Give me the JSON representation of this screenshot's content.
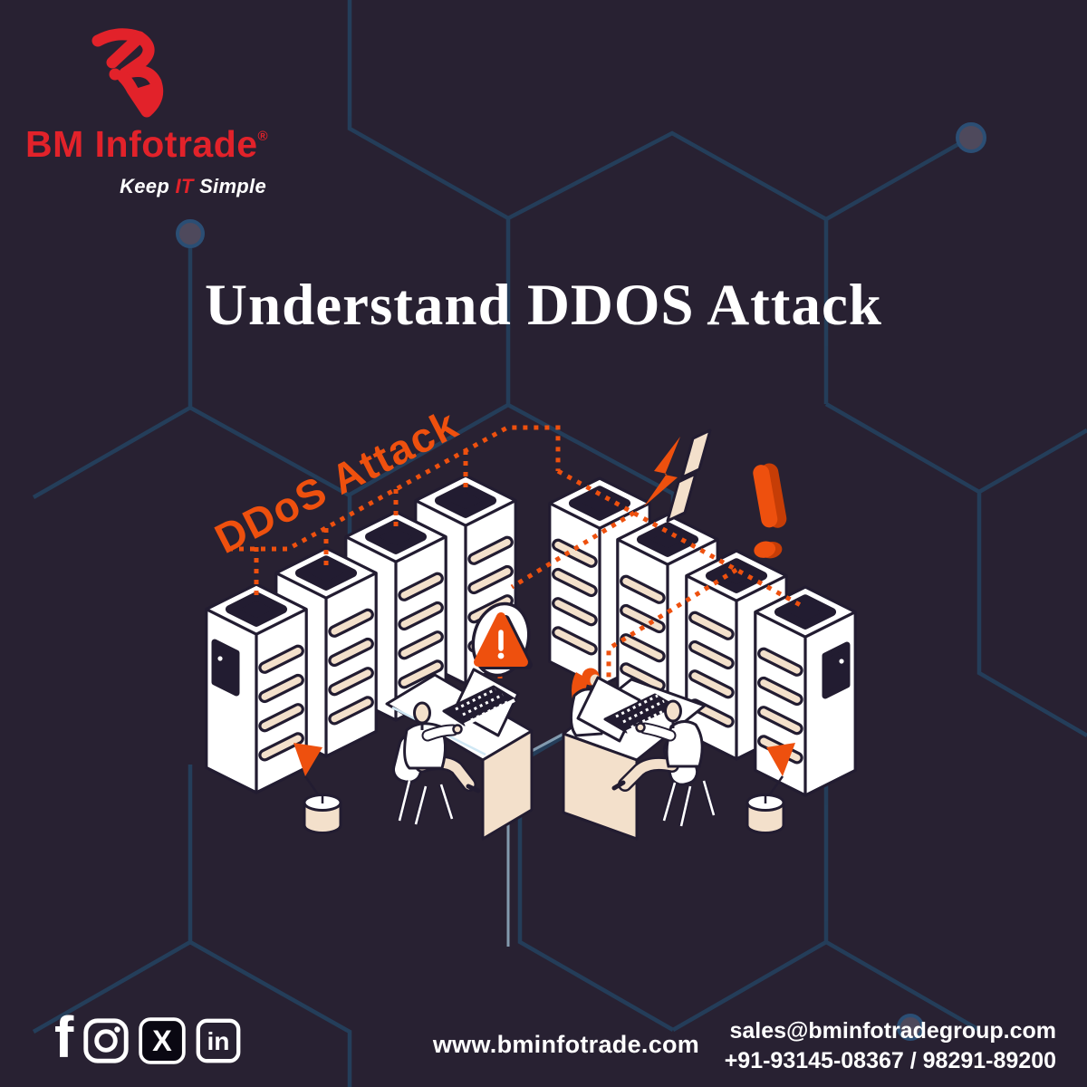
{
  "brand": {
    "name": "BM Infotrade",
    "registered": "®",
    "tagline_keep": "Keep",
    "tagline_it": "IT",
    "tagline_simple": "Simple"
  },
  "hero": {
    "title": "Understand DDOS Attack"
  },
  "illustration": {
    "label": "DDoS Attack"
  },
  "footer": {
    "website": "www.bminfotrade.com",
    "email": "sales@bminfotradegroup.com",
    "phone": "+91-93145-08367 / 98291-89200",
    "social": [
      {
        "name": "facebook",
        "glyph": "f"
      },
      {
        "name": "instagram"
      },
      {
        "name": "x",
        "glyph": "X"
      },
      {
        "name": "linkedin",
        "glyph": "in"
      }
    ]
  },
  "colors": {
    "background": "#282132",
    "accent_orange": "#ee500e",
    "brand_red": "#e2222a",
    "cream": "#f3e0cb",
    "ink": "#221c31",
    "hex_line": "#24415e",
    "hex_line_light": "#a9cfe2",
    "white": "#ffffff"
  }
}
